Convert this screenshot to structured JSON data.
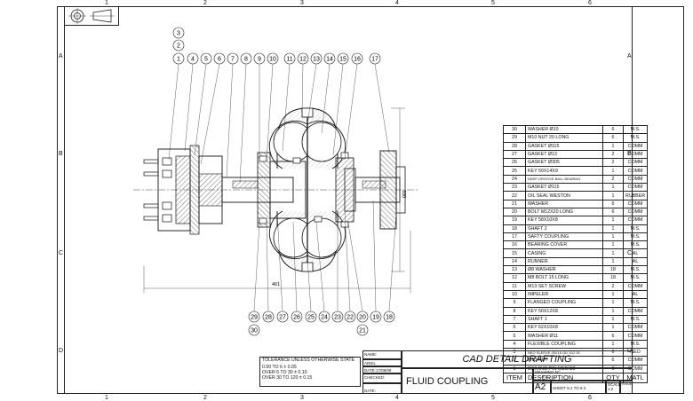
{
  "zones": {
    "columns": [
      "1",
      "2",
      "3",
      "4",
      "5",
      "6"
    ],
    "rows": [
      "A",
      "B",
      "C",
      "D"
    ]
  },
  "view": {
    "balloons_top": [
      "3",
      "2",
      "1",
      "4",
      "5",
      "6",
      "7",
      "8",
      "9",
      "10",
      "11",
      "12",
      "13",
      "14",
      "15",
      "16",
      "17"
    ],
    "balloons_bottom": [
      "29",
      "28",
      "27",
      "26",
      "25",
      "24",
      "23",
      "22",
      "20",
      "19",
      "18"
    ],
    "balloons_extra": [
      "30",
      "21"
    ],
    "dim_height": "330",
    "dim_length": "461"
  },
  "bom": {
    "rows": [
      {
        "item": "30",
        "desc": "WASHER Ø10",
        "qty": "6",
        "matl": "M.S."
      },
      {
        "item": "29",
        "desc": "M10 NUT 20 LONG",
        "qty": "6",
        "matl": "M.S."
      },
      {
        "item": "28",
        "desc": "GASKET Ø115",
        "qty": "1",
        "matl": "COMM"
      },
      {
        "item": "27",
        "desc": "GASKET Ø13",
        "qty": "2",
        "matl": "COMM"
      },
      {
        "item": "26",
        "desc": "GASKET Ø305",
        "qty": "2",
        "matl": "COMM"
      },
      {
        "item": "25",
        "desc": "KEY 50X14X9",
        "qty": "1",
        "matl": "COMM"
      },
      {
        "item": "24",
        "desc": "DEEP GROOVE BALL BEARING",
        "qty": "2",
        "matl": "COMM"
      },
      {
        "item": "23",
        "desc": "GASKET Ø115",
        "qty": "1",
        "matl": "COMM"
      },
      {
        "item": "22",
        "desc": "OIL SEAL WESTON",
        "qty": "1",
        "matl": "RUBBER"
      },
      {
        "item": "21",
        "desc": "WASHER",
        "qty": "6",
        "matl": "COMM"
      },
      {
        "item": "20",
        "desc": "BOLT M12X20 LONG",
        "qty": "6",
        "matl": "COMM"
      },
      {
        "item": "19",
        "desc": "KEY 58X10X8",
        "qty": "1",
        "matl": "COMM"
      },
      {
        "item": "18",
        "desc": "SHAFT 2",
        "qty": "1",
        "matl": "M.S."
      },
      {
        "item": "17",
        "desc": "SAFTY COUPLING",
        "qty": "1",
        "matl": "M.S."
      },
      {
        "item": "16",
        "desc": "BEARING COVER",
        "qty": "1",
        "matl": "M.S."
      },
      {
        "item": "15",
        "desc": "CASING",
        "qty": "1",
        "matl": "AL"
      },
      {
        "item": "14",
        "desc": "RUNNER",
        "qty": "1",
        "matl": "AL"
      },
      {
        "item": "13",
        "desc": "Ø8 WASHER",
        "qty": "18",
        "matl": "M.S."
      },
      {
        "item": "12",
        "desc": "M8 BOLT 15 LONG",
        "qty": "18",
        "matl": "M.S."
      },
      {
        "item": "11",
        "desc": "M13 SET SCREW",
        "qty": "2",
        "matl": "COMM"
      },
      {
        "item": "10",
        "desc": "IMPELER",
        "qty": "1",
        "matl": "AL"
      },
      {
        "item": "9",
        "desc": "FLANGED COUPLING",
        "qty": "1",
        "matl": "M.S."
      },
      {
        "item": "8",
        "desc": "KEY 50X12X8",
        "qty": "1",
        "matl": "COMM"
      },
      {
        "item": "7",
        "desc": "SHAFT 1",
        "qty": "1",
        "matl": "M.S."
      },
      {
        "item": "6",
        "desc": "KEY 62X10X8",
        "qty": "1",
        "matl": "COMM"
      },
      {
        "item": "5",
        "desc": "WASHER Ø11",
        "qty": "6",
        "matl": "COMM"
      },
      {
        "item": "4",
        "desc": "FLEXIBLE COUPLING",
        "qty": "1",
        "matl": "M.S."
      },
      {
        "item": "3",
        "desc": "NEO SLEEVE 25X15 OD X12 ID",
        "qty": "6",
        "matl": "NEO"
      },
      {
        "item": "2",
        "desc": "M10 NUT",
        "qty": "6",
        "matl": "COMM"
      },
      {
        "item": "1",
        "desc": "DRIVING PIN M10X80",
        "qty": "6",
        "matl": "COMM"
      }
    ],
    "header": {
      "item": "ITEM",
      "desc": "DESCRIPTION",
      "qty": "QTY",
      "matl": "MATL"
    }
  },
  "tolerance": {
    "line1": "TOLERANCE UNLESS OTHERWISE STATE",
    "line2": "0.50 TO 6 ± 0.05",
    "line3": "OVER 6 TO 30 ± 0.10",
    "line4": "OVER 30 TO 120 ± 0.15"
  },
  "title_block": {
    "name_label": "NAME:",
    "name_value": "ARIEL",
    "date_label": "DATE:17/09/08",
    "checked_label": "CHECKED:",
    "date2_label": "DATE:",
    "company": "CAD DETAIL DRAFTING",
    "drawing_no_label": "DRAWING Nº:",
    "drawing_no": "8.3",
    "title": "FLUID COUPLING",
    "size": "A2",
    "sheet": "SHEET 8.1 TO 8.3",
    "scale_label": "SCALE:",
    "scale": "1:2",
    "issue_label": "ISSUE:"
  }
}
